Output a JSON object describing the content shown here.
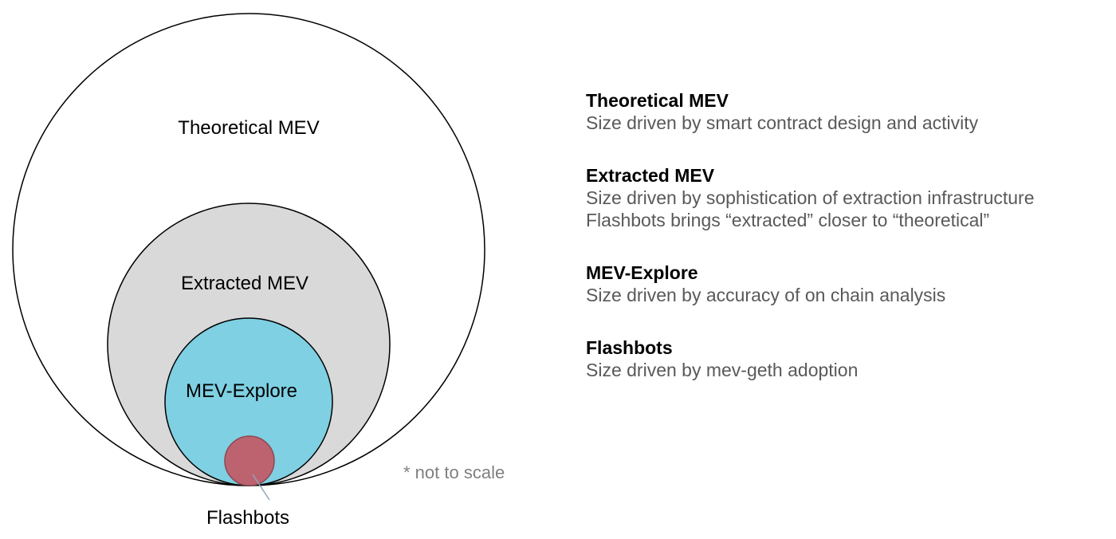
{
  "diagram": {
    "circles": [
      {
        "label": "Theoretical MEV",
        "color": "#ffffff"
      },
      {
        "label": "Extracted MEV",
        "color": "#d9d9d9"
      },
      {
        "label": "MEV-Explore",
        "color": "#7ed0e2"
      },
      {
        "label": "Flashbots",
        "color": "#bd6370"
      }
    ],
    "callout_label": "Flashbots",
    "note": "* not to scale"
  },
  "legend": {
    "items": [
      {
        "title": "Theoretical MEV",
        "lines": [
          "Size driven by smart contract design and activity"
        ]
      },
      {
        "title": "Extracted MEV",
        "lines": [
          "Size driven by sophistication of extraction infrastructure",
          "Flashbots brings “extracted” closer to “theoretical”"
        ]
      },
      {
        "title": "MEV-Explore",
        "lines": [
          "Size driven by accuracy of on chain analysis"
        ]
      },
      {
        "title": "Flashbots",
        "lines": [
          "Size driven by mev-geth adoption"
        ]
      }
    ]
  }
}
